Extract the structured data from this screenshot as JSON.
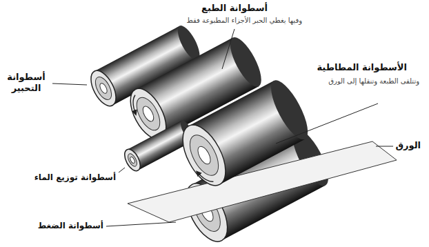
{
  "diagram": {
    "labels": [
      "أسطوانة الطبع",
      "وفيها يغطي الحبر الأجزاء المطبوعة فقط",
      "الأسطوانة المطاطية",
      "وتتلقى الطبعة وتنقلها إلى الورق",
      "أسطوانة التحبير",
      "الورق",
      "أسطوانة توزيع الماء",
      "أسطوانة الضغط"
    ]
  }
}
